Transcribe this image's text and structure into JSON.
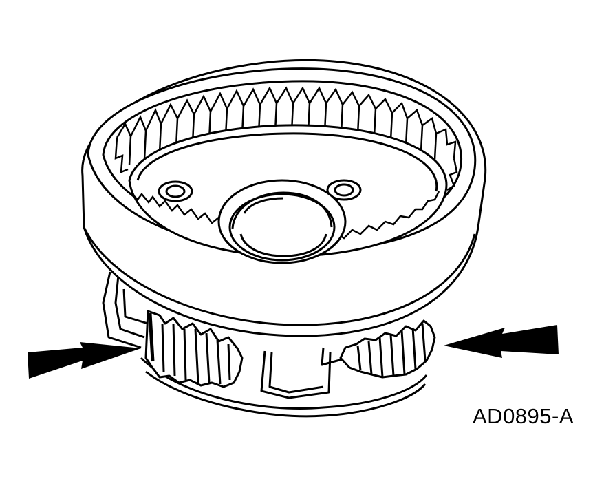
{
  "figure": {
    "id_label": "AD0895-A",
    "subject": "planetary-gear-carrier",
    "arrows": [
      {
        "name": "left-arrow",
        "direction": "right"
      },
      {
        "name": "right-arrow",
        "direction": "left"
      }
    ],
    "colors": {
      "ink": "#000000",
      "paper": "#ffffff"
    }
  }
}
